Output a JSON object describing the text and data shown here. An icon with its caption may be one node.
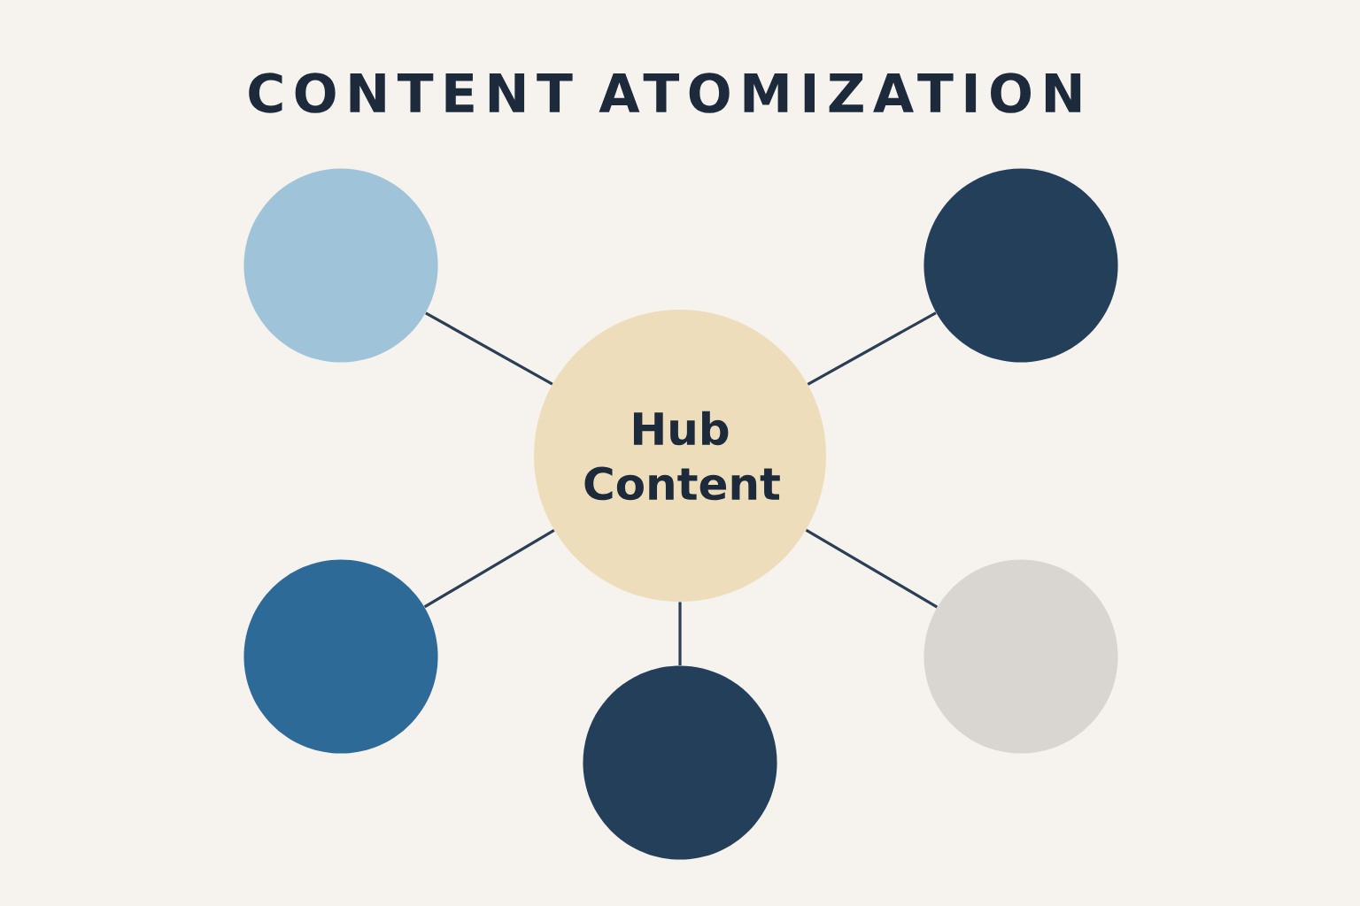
{
  "diagram": {
    "title": "CONTENT ATOMIZATION",
    "nodes": [
      {
        "text": [],
        "shape": "circle"
      },
      {
        "text": [],
        "shape": "circle"
      },
      {
        "text": [
          "Hub Content"
        ]
      },
      {
        "text": [],
        "shape": "circle"
      },
      {
        "text": [],
        "shape": "circle"
      },
      {
        "text": [],
        "shape": "circle"
      }
    ],
    "edges": [
      {
        "from": 2,
        "to": 0,
        "arrow": "none"
      },
      {
        "from": 2,
        "to": 1,
        "arrow": "none"
      },
      {
        "from": 2,
        "to": 3,
        "arrow": "none"
      },
      {
        "from": 2,
        "to": 4,
        "arrow": "none"
      },
      {
        "from": 2,
        "to": 5,
        "arrow": "none"
      }
    ]
  }
}
